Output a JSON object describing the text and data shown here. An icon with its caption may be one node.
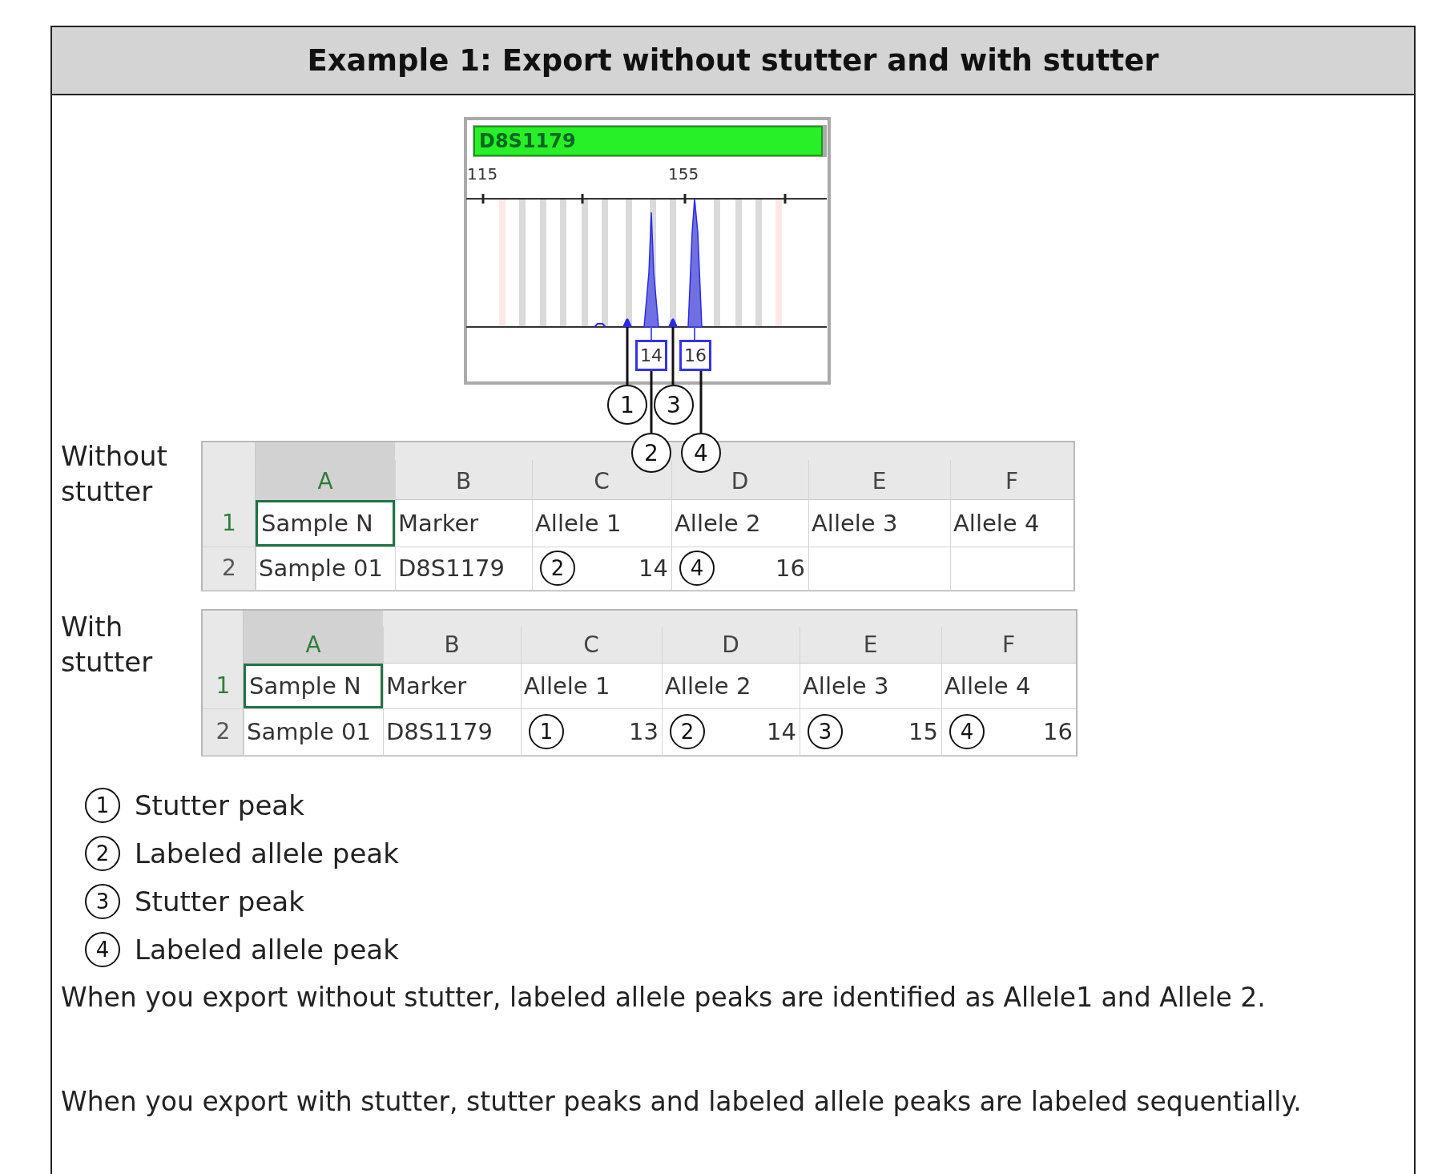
{
  "diagram": {
    "title": "Example 1: Export without stutter and with stutter",
    "nodes": [
      {
        "text": [
          "1"
        ]
      },
      {
        "text": [
          "2"
        ]
      },
      {
        "text": [
          "3"
        ]
      },
      {
        "text": [
          "4"
        ]
      },
      {
        "text": [
          "14"
        ]
      },
      {
        "text": [
          "16"
        ]
      },
      {
        "text": [],
        "shape": "picture"
      },
      {
        "text": [],
        "shape": "picture"
      },
      {
        "text": [
          "2"
        ]
      },
      {
        "text": [
          "4"
        ]
      },
      {
        "text": [
          "1"
        ]
      },
      {
        "text": [
          "2"
        ]
      },
      {
        "text": [
          "3"
        ]
      },
      {
        "text": [
          "4"
        ]
      },
      {
        "text": [
          "1"
        ],
        "beside": [
          "Stutter peak"
        ]
      },
      {
        "text": [
          "2"
        ],
        "beside": [
          "Labeled allele peak"
        ]
      },
      {
        "text": [
          "3"
        ],
        "beside": [
          "Stutter peak"
        ]
      },
      {
        "text": [
          "4"
        ],
        "beside": [
          "Labeled allele peak"
        ]
      }
    ],
    "edges": [
      {
        "from": 0,
        "to": 6,
        "arrow": "none"
      },
      {
        "from": 1,
        "to": 4,
        "arrow": "none"
      },
      {
        "from": 2,
        "to": 7,
        "arrow": "none"
      },
      {
        "from": 3,
        "to": 5,
        "arrow": "none"
      }
    ],
    "labels": [
      "D8S1179",
      "115",
      "155",
      "Without stutter",
      "A",
      "B",
      "C",
      "D",
      "E",
      "F",
      "1",
      "Sample N",
      "Marker",
      "Allele 1",
      "Allele 2",
      "Allele 3",
      "Allele 4",
      "2",
      "Sample 01",
      "D8S1179",
      "14",
      "16",
      "With stutter",
      "A",
      "B",
      "C",
      "D",
      "E",
      "F",
      "1",
      "Sample N",
      "Marker",
      "Allele 1",
      "Allele 2",
      "Allele 3",
      "Allele 4",
      "2",
      "Sample 01",
      "D8S1179",
      "13",
      "14",
      "15",
      "16",
      "When you export without stutter, labeled allele peaks are identified as Allele1 and Allele 2.",
      "When you export with stutter, stutter peaks and labeled allele peaks are labeled sequentially."
    ]
  }
}
